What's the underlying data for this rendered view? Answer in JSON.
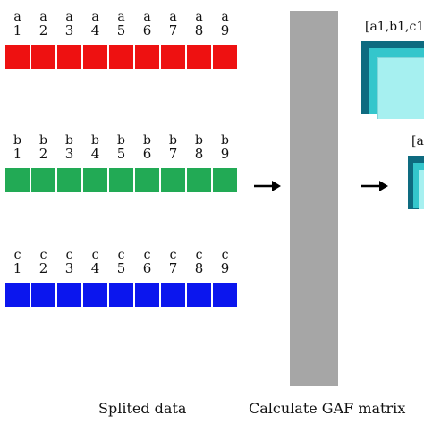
{
  "rows": [
    {
      "letter": "a",
      "numbers": [
        "1",
        "2",
        "3",
        "4",
        "5",
        "6",
        "7",
        "8",
        "9"
      ],
      "color": "#ee1111"
    },
    {
      "letter": "b",
      "numbers": [
        "1",
        "2",
        "3",
        "4",
        "5",
        "6",
        "7",
        "8",
        "9"
      ],
      "color": "#22aa55"
    },
    {
      "letter": "c",
      "numbers": [
        "1",
        "2",
        "3",
        "4",
        "5",
        "6",
        "7",
        "8",
        "9"
      ],
      "color": "#0b16ee"
    }
  ],
  "captions": {
    "split": "Splited data",
    "gaf": "Calculate GAF matrix"
  },
  "matrix_labels": {
    "first": "[a1,b1,c1]",
    "second": "[a"
  },
  "colors": {
    "bar": "#a6a6a6",
    "matrix_dark": "#0e6b80",
    "matrix_mid": "#34c6cc",
    "matrix_light": "#a6f0f0"
  }
}
